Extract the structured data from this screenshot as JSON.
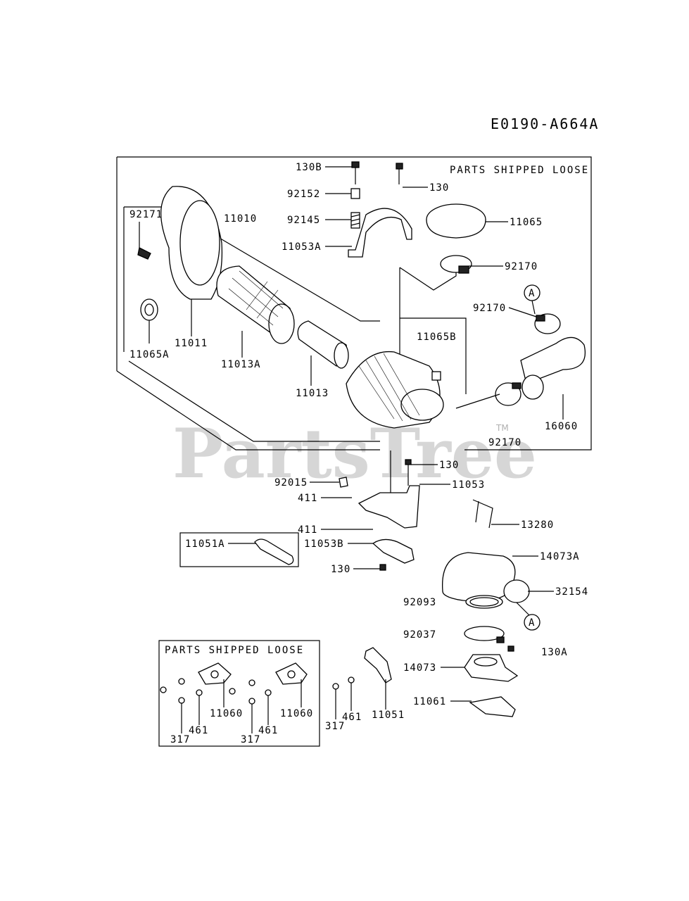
{
  "diagram_code": "E0190-A664A",
  "watermark": "PartsTree",
  "trademark": "TM",
  "boxes": {
    "main_loose": "PARTS SHIPPED LOOSE",
    "lower_loose": "PARTS SHIPPED LOOSE"
  },
  "callouts": {
    "c130B": "130B",
    "c92152": "92152",
    "c92145": "92145",
    "c11053A": "11053A",
    "c130_top": "130",
    "c11065": "11065",
    "c92170_a": "92170",
    "c92171": "92171",
    "c11010": "11010",
    "c11065A": "11065A",
    "c11011": "11011",
    "c11013A": "11013A",
    "c11013": "11013",
    "c11065B": "11065B",
    "cA_top": "A",
    "c92170_b": "92170",
    "c16060": "16060",
    "c92170_c": "92170",
    "c130_mid": "130",
    "c92015": "92015",
    "c11053": "11053",
    "c411_a": "411",
    "c411_b": "411",
    "c11053B": "11053B",
    "c130_low": "130",
    "c11051A": "11051A",
    "c13280": "13280",
    "c14073A": "14073A",
    "c32154": "32154",
    "c92093": "92093",
    "cA_bottom": "A",
    "c92037": "92037",
    "c130A": "130A",
    "c14073": "14073",
    "c11061": "11061",
    "c11060_a": "11060",
    "c11060_b": "11060",
    "c461_a": "461",
    "c461_b": "461",
    "c461_c": "461",
    "c317_a": "317",
    "c317_b": "317",
    "c317_c": "317",
    "c11051": "11051"
  }
}
